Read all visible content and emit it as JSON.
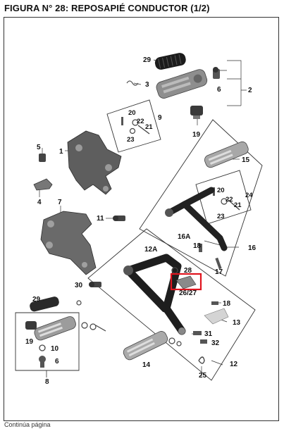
{
  "header": {
    "title": "FIGURA N° 28: REPOSAPIÉ CONDUCTOR (1/2)"
  },
  "footer": {
    "text": "Continúa página"
  },
  "callouts": {
    "c29a": "29",
    "c3": "3",
    "c6a": "6",
    "c2": "2",
    "c20a": "20",
    "c9": "9",
    "c22a": "22",
    "c21a": "21",
    "c23a": "23",
    "c19a": "19",
    "c5": "5",
    "c1": "1",
    "c15": "15",
    "c4": "4",
    "c24": "24",
    "c20b": "20",
    "c22b": "22",
    "c21b": "21",
    "c23b": "23",
    "c7": "7",
    "c11": "11",
    "c16a": "16A",
    "c18a": "18",
    "c16": "16",
    "c17": "17",
    "c12a": "12A",
    "c28": "28",
    "c2627": "26/27",
    "c30": "30",
    "c18b": "18",
    "c29b": "29",
    "c13": "13",
    "c31": "31",
    "c19b": "19",
    "c10": "10",
    "c32": "32",
    "c6b": "6",
    "c14": "14",
    "c8": "8",
    "c25": "25",
    "c12": "12"
  },
  "highlight": {
    "color": "#e0141e"
  }
}
